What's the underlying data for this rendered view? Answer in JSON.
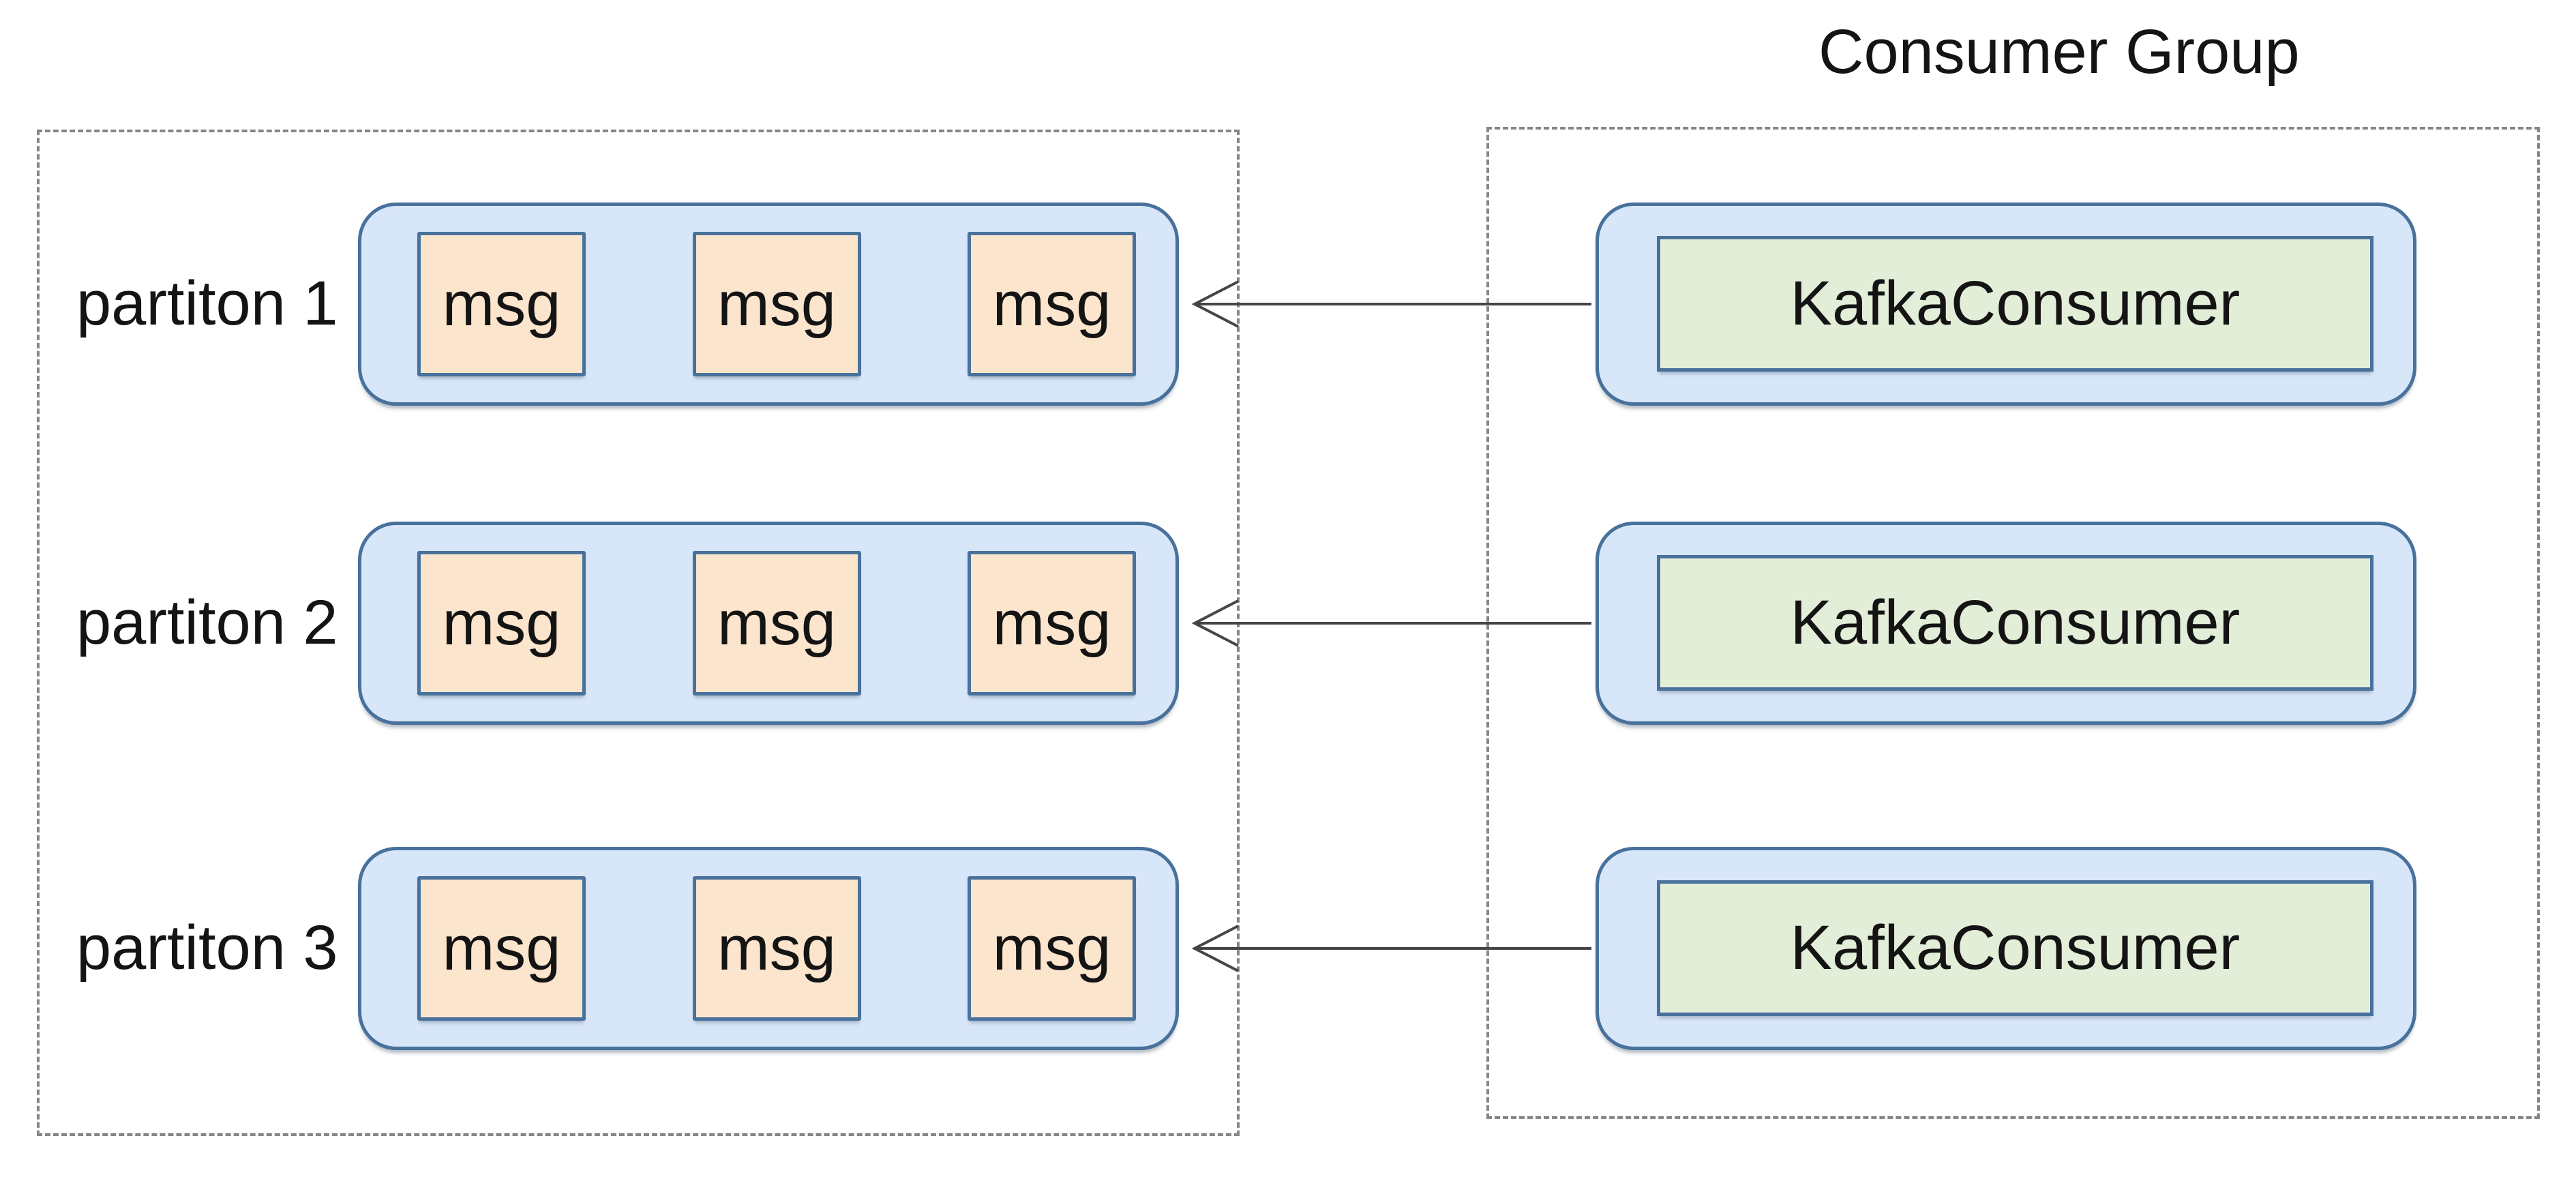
{
  "title": "Consumer Group",
  "partitions": [
    {
      "label": "partiton 1",
      "messages": [
        "msg",
        "msg",
        "msg"
      ]
    },
    {
      "label": "partiton 2",
      "messages": [
        "msg",
        "msg",
        "msg"
      ]
    },
    {
      "label": "partiton 3",
      "messages": [
        "msg",
        "msg",
        "msg"
      ]
    }
  ],
  "consumers": [
    {
      "label": "KafkaConsumer"
    },
    {
      "label": "KafkaConsumer"
    },
    {
      "label": "KafkaConsumer"
    }
  ],
  "arrows": [
    {
      "from": "KafkaConsumer",
      "to": "partiton 1",
      "direction": "left"
    },
    {
      "from": "KafkaConsumer",
      "to": "partiton 2",
      "direction": "left"
    },
    {
      "from": "KafkaConsumer",
      "to": "partiton 3",
      "direction": "left"
    }
  ],
  "colors": {
    "partition_fill": "#d7e6f8",
    "message_fill": "#fce5cd",
    "consumer_fill": "#e3eed9",
    "box_border": "#48719c",
    "dashed_border": "#868686",
    "arrow": "#454545",
    "text": "#141414"
  }
}
